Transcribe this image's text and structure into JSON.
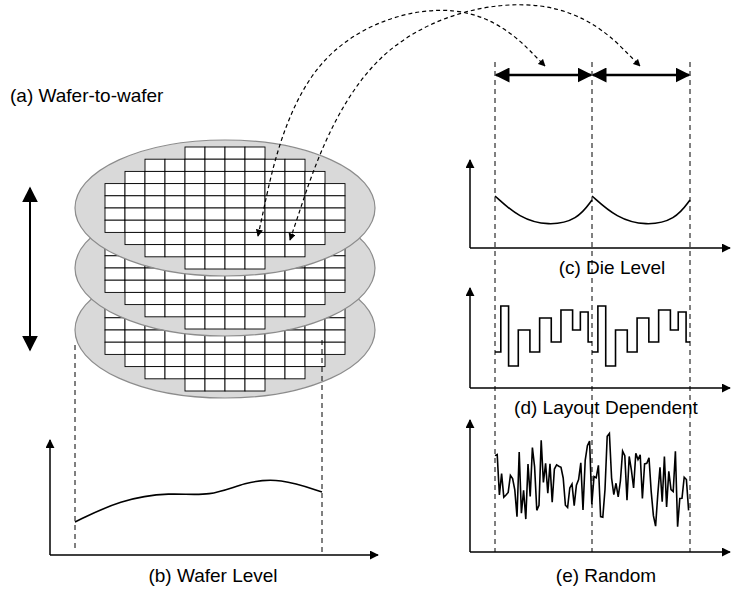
{
  "diagram": {
    "labels": [
      "(a) Wafer-to-wafer",
      "(b) Wafer Level",
      "(c) Die Level",
      "(d) Layout Dependent",
      "(e) Random"
    ]
  }
}
